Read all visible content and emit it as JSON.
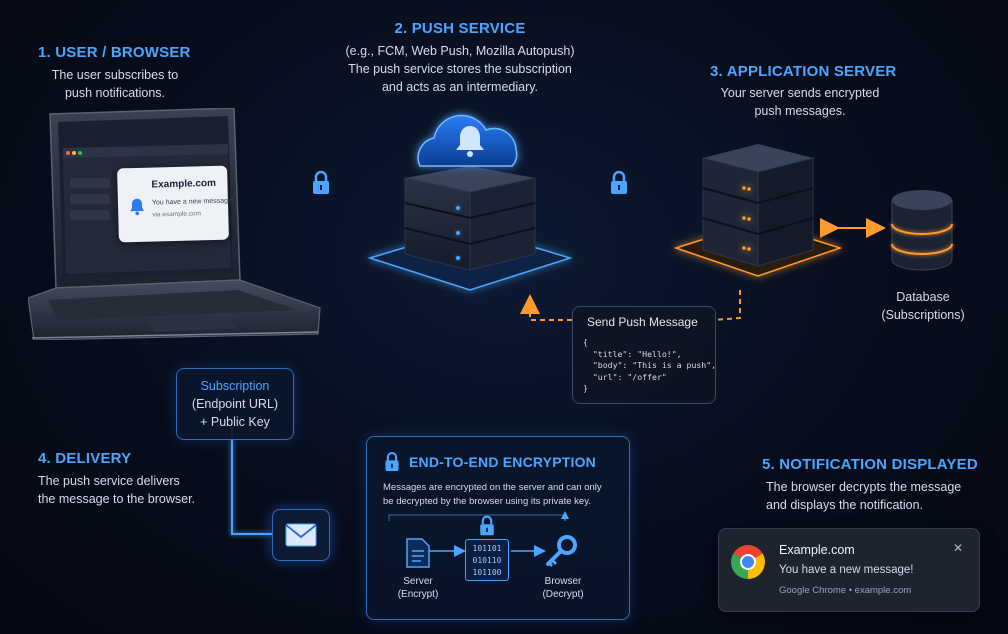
{
  "steps": {
    "user": {
      "title": "1. USER / BROWSER",
      "desc": [
        "The user subscribes to",
        "push notifications."
      ]
    },
    "push": {
      "title": "2. PUSH SERVICE",
      "examples": "(e.g., FCM, Web Push, Mozilla Autopush)",
      "desc": [
        "The push service stores the subscription",
        "and acts as an intermediary."
      ]
    },
    "app": {
      "title": "3. APPLICATION SERVER",
      "desc": [
        "Your server sends encrypted",
        "push messages."
      ]
    },
    "delivery": {
      "title": "4. DELIVERY",
      "desc": [
        "The push service delivers",
        "the message to the browser."
      ]
    },
    "displayed": {
      "title": "5. NOTIFICATION DISPLAYED",
      "desc": [
        "The browser decrypts the message",
        "and displays the notification."
      ]
    }
  },
  "laptop_notification": {
    "site": "Example.com",
    "message": "You have a new message!",
    "via": "via example.com"
  },
  "database": {
    "label": [
      "Database",
      "(Subscriptions)"
    ]
  },
  "subscription_box": {
    "lines": [
      "Subscription",
      "(Endpoint URL)",
      "+ Public Key"
    ]
  },
  "push_message": {
    "title": "Send Push Message",
    "code": [
      "{",
      "  \"title\": \"Hello!\",",
      "  \"body\": \"This is a push\",",
      "  \"url\": \"/offer\"",
      "}"
    ]
  },
  "encryption": {
    "title": "END-TO-END ENCRYPTION",
    "desc": [
      "Messages are encrypted on the server and can only",
      "be decrypted by the browser using its private key."
    ],
    "binary": [
      "101101",
      "010110",
      "101100"
    ],
    "server": [
      "Server",
      "(Encrypt)"
    ],
    "browser": [
      "Browser",
      "(Decrypt)"
    ]
  },
  "chrome_notification": {
    "site": "Example.com",
    "message": "You have a new message!",
    "source": "Google Chrome • example.com",
    "close": "✕"
  },
  "colors": {
    "accent_blue": "#4aa6ff",
    "accent_orange": "#ff9a2e",
    "background": "#070d1c"
  }
}
